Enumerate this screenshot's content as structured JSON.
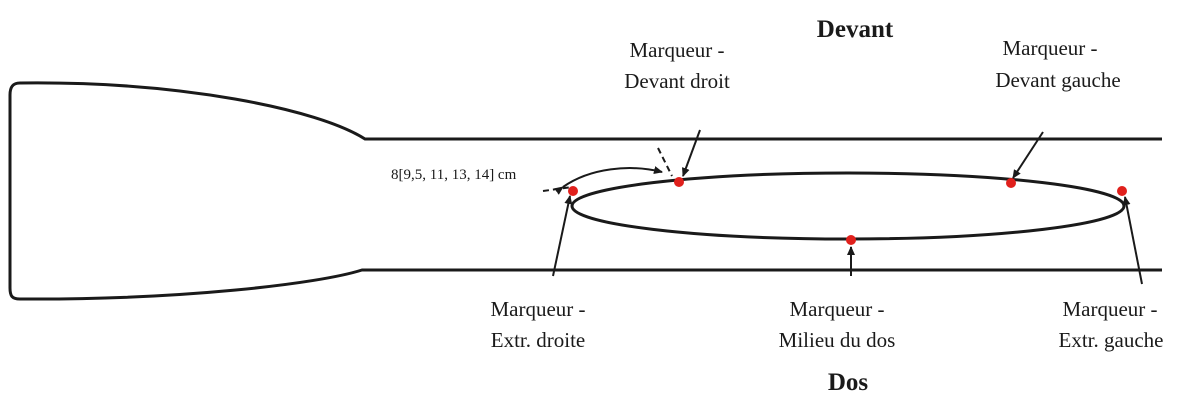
{
  "headings": {
    "front": "Devant",
    "back": "Dos"
  },
  "measurement": "8[9,5, 11, 13, 14] cm",
  "markers": {
    "front_right": {
      "line1": "Marqueur -",
      "line2": "Devant droit"
    },
    "front_left": {
      "line1": "Marqueur -",
      "line2": "Devant gauche"
    },
    "extr_right": {
      "line1": "Marqueur -",
      "line2": "Extr. droite"
    },
    "mid_back": {
      "line1": "Marqueur -",
      "line2": "Milieu du dos"
    },
    "extr_left": {
      "line1": "Marqueur -",
      "line2": "Extr. gauche"
    }
  },
  "colors": {
    "outline": "#1a1a1a",
    "marker": "#e0201c"
  }
}
